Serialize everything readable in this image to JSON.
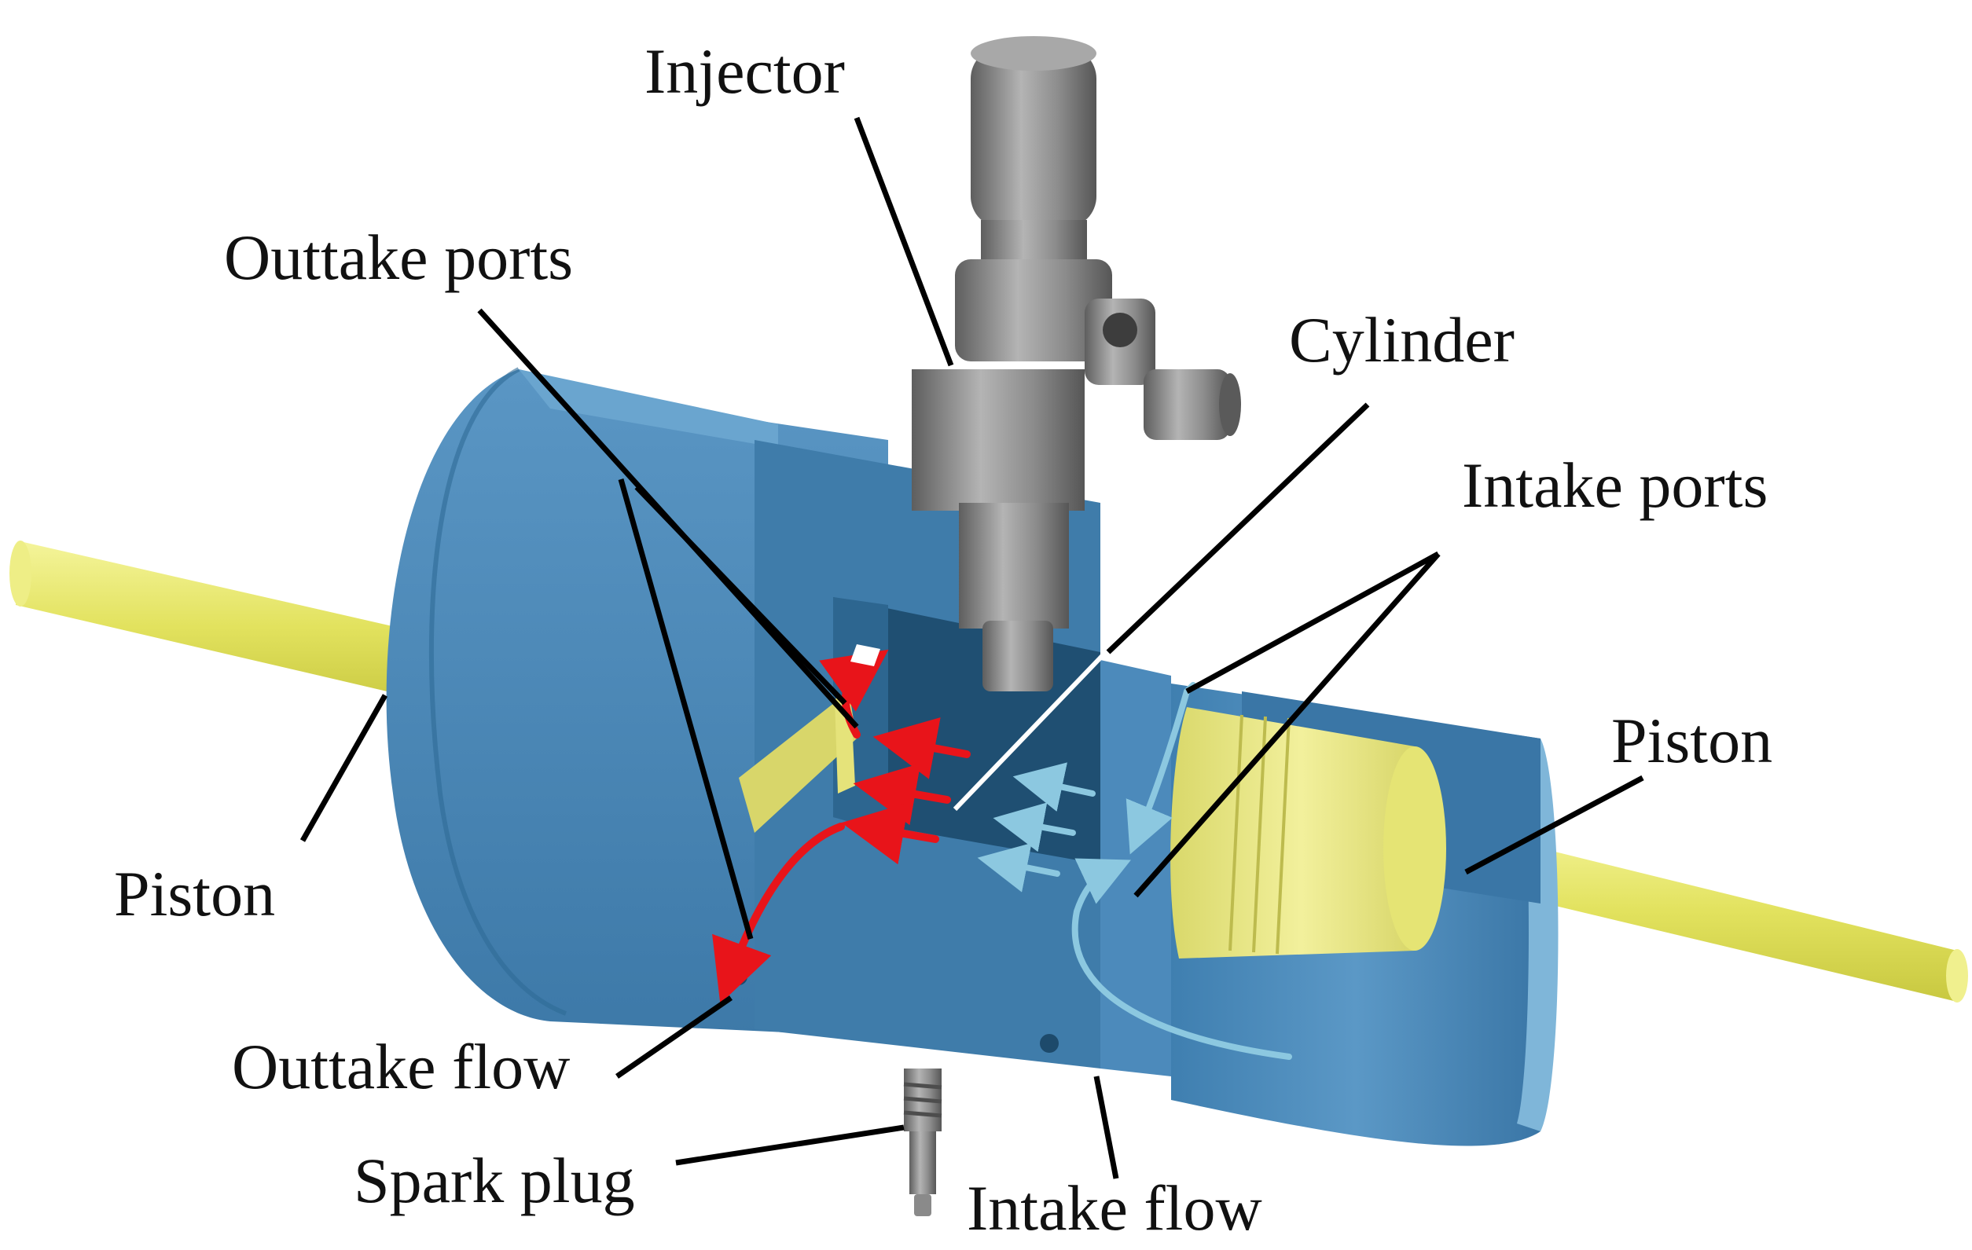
{
  "labels": {
    "injector": "Injector",
    "outtake_ports": "Outtake ports",
    "cylinder": "Cylinder",
    "intake_ports": "Intake ports",
    "piston_left": "Piston",
    "piston_right": "Piston",
    "outtake_flow": "Outtake flow",
    "spark_plug": "Spark plug",
    "intake_flow": "Intake flow"
  },
  "colors": {
    "body_blue": "#4a87b5",
    "body_blue_dark": "#2f6a96",
    "piston_yellow": "#eaea7a",
    "injector_grey": "#8a8a8a",
    "outtake_arrow": "#e8141a",
    "intake_arrow": "#8cc8e0",
    "leader_line": "#000000"
  }
}
